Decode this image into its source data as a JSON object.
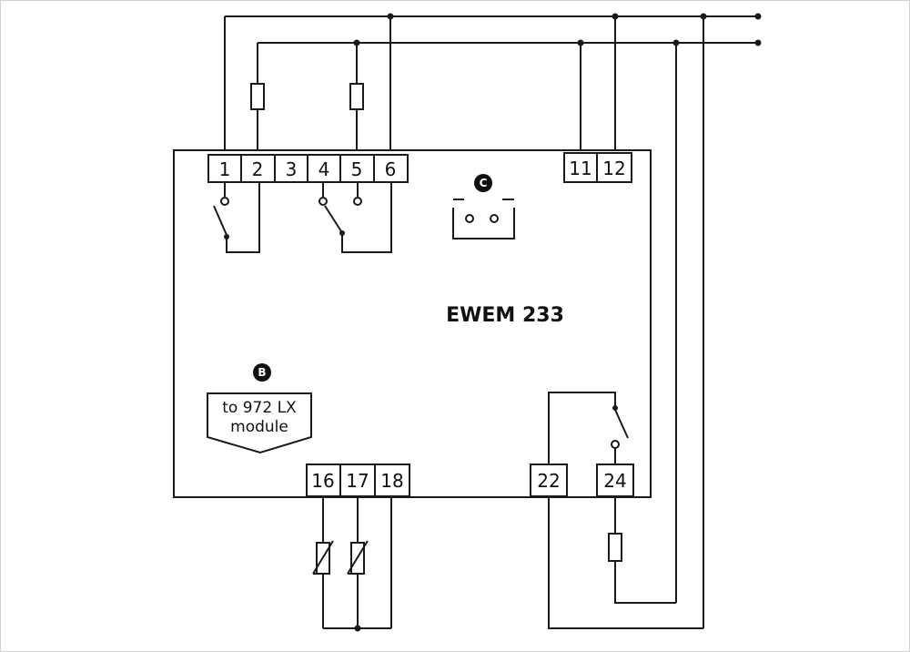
{
  "diagram": {
    "model": "EWEM 233",
    "terminals_top_left": [
      "1",
      "2",
      "3",
      "4",
      "5",
      "6"
    ],
    "terminals_top_right": [
      "11",
      "12"
    ],
    "terminals_bottom_left": [
      "16",
      "17",
      "18"
    ],
    "terminal_22": "22",
    "terminal_24": "24",
    "marker_b": "B",
    "marker_c": "C",
    "module_label_line1": "to 972 LX",
    "module_label_line2": "module"
  },
  "colors": {
    "line": "#1a1a1a",
    "marker_fill": "#111111",
    "background": "#ffffff"
  }
}
